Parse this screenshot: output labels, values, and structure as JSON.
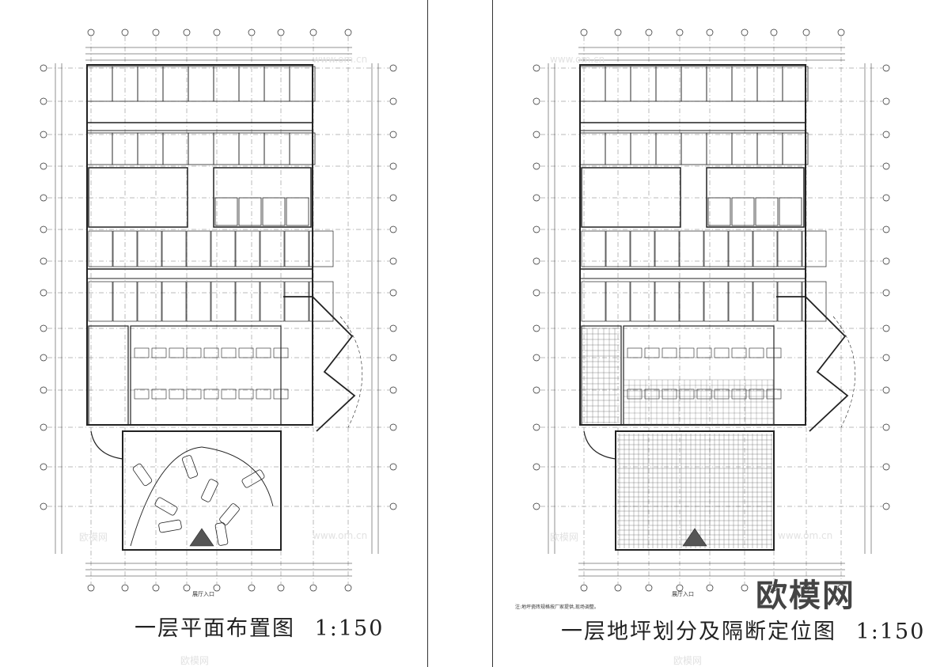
{
  "left_sheet": {
    "title": "一层平面布置图",
    "scale": "1:150",
    "entrance_label": "展厅入口",
    "watermarks": [
      "www.om.cn",
      "欧模网",
      "www.om.cn",
      "欧模网"
    ]
  },
  "right_sheet": {
    "title": "一层地坪划分及隔断定位图",
    "scale": "1:150",
    "entrance_label": "展厅入口",
    "note": "注:地坪瓷砖规格按厂家提供,现场调整。",
    "watermarks": [
      "www.om.cn",
      "欧模网",
      "www.om.cn",
      "欧模网"
    ]
  },
  "brand": "欧模网",
  "colors": {
    "line": "#222222",
    "dash": "#777777",
    "hatch": "#555555",
    "background": "#ffffff"
  }
}
